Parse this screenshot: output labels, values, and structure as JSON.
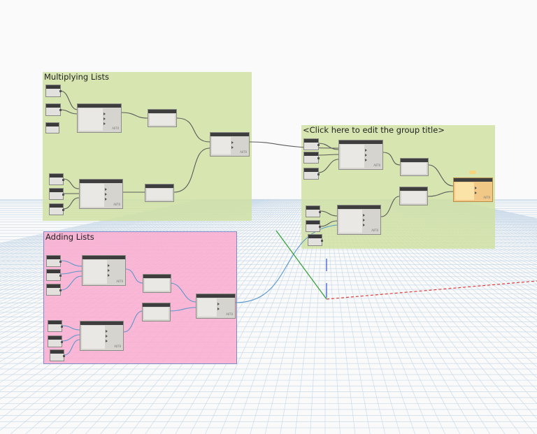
{
  "groups": {
    "multiplying": {
      "title": "Multiplying Lists",
      "color": "#d9e6b3"
    },
    "adding": {
      "title": "Adding Lists",
      "color": "#f7b2d3"
    },
    "untitled": {
      "title": "<Click here to edit the group title>",
      "color": "#d9e6b3"
    }
  },
  "colors": {
    "grid": "#c4d6e6",
    "wire": "#5a5a5a",
    "wire_blue": "#5a97c9",
    "axis_x": "#e03a3a",
    "axis_y": "#2f9e2f",
    "axis_z": "#3152d6",
    "node_header": "#3e3e3e",
    "node_body": "#e9e8e5",
    "preview_node": "#fbe3a8"
  }
}
